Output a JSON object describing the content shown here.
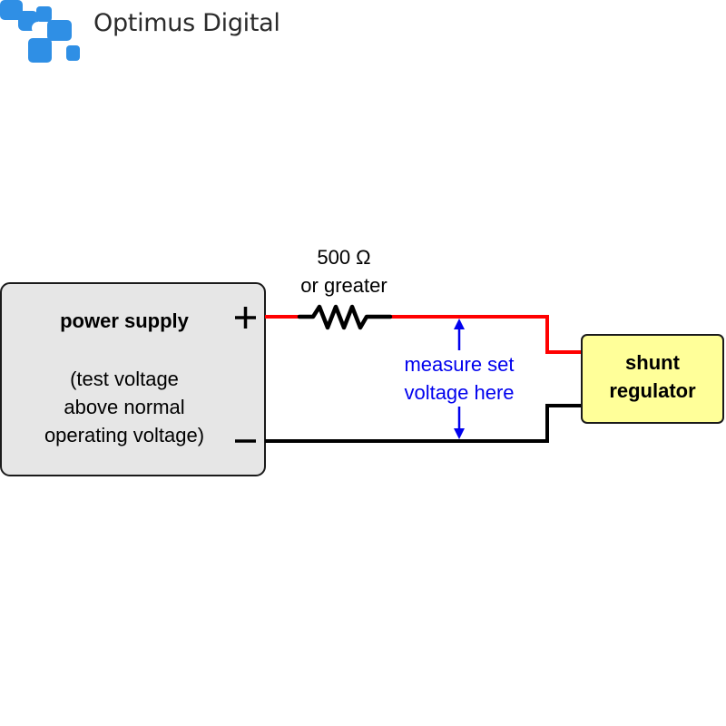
{
  "brand": {
    "name": "Optimus Digital",
    "logo_icon": "optimus-digital-logo-mark",
    "color": "#2f8fe5"
  },
  "diagram": {
    "power_supply": {
      "title": "power supply",
      "description_lines": [
        "(test voltage",
        "above normal",
        "operating voltage)"
      ],
      "positive_terminal": "+",
      "negative_terminal": "−",
      "fill": "#e6e6e6"
    },
    "resistor": {
      "label_lines": [
        "500 Ω",
        "or greater"
      ],
      "symbol": "resistor-zigzag"
    },
    "measurement": {
      "label_lines": [
        "measure set",
        "voltage here"
      ],
      "color": "#0000ee"
    },
    "shunt_regulator": {
      "label_lines": [
        "shunt",
        "regulator"
      ],
      "fill": "#ffff99"
    },
    "wires": {
      "positive_color": "#ff0000",
      "negative_color": "#000000"
    }
  }
}
